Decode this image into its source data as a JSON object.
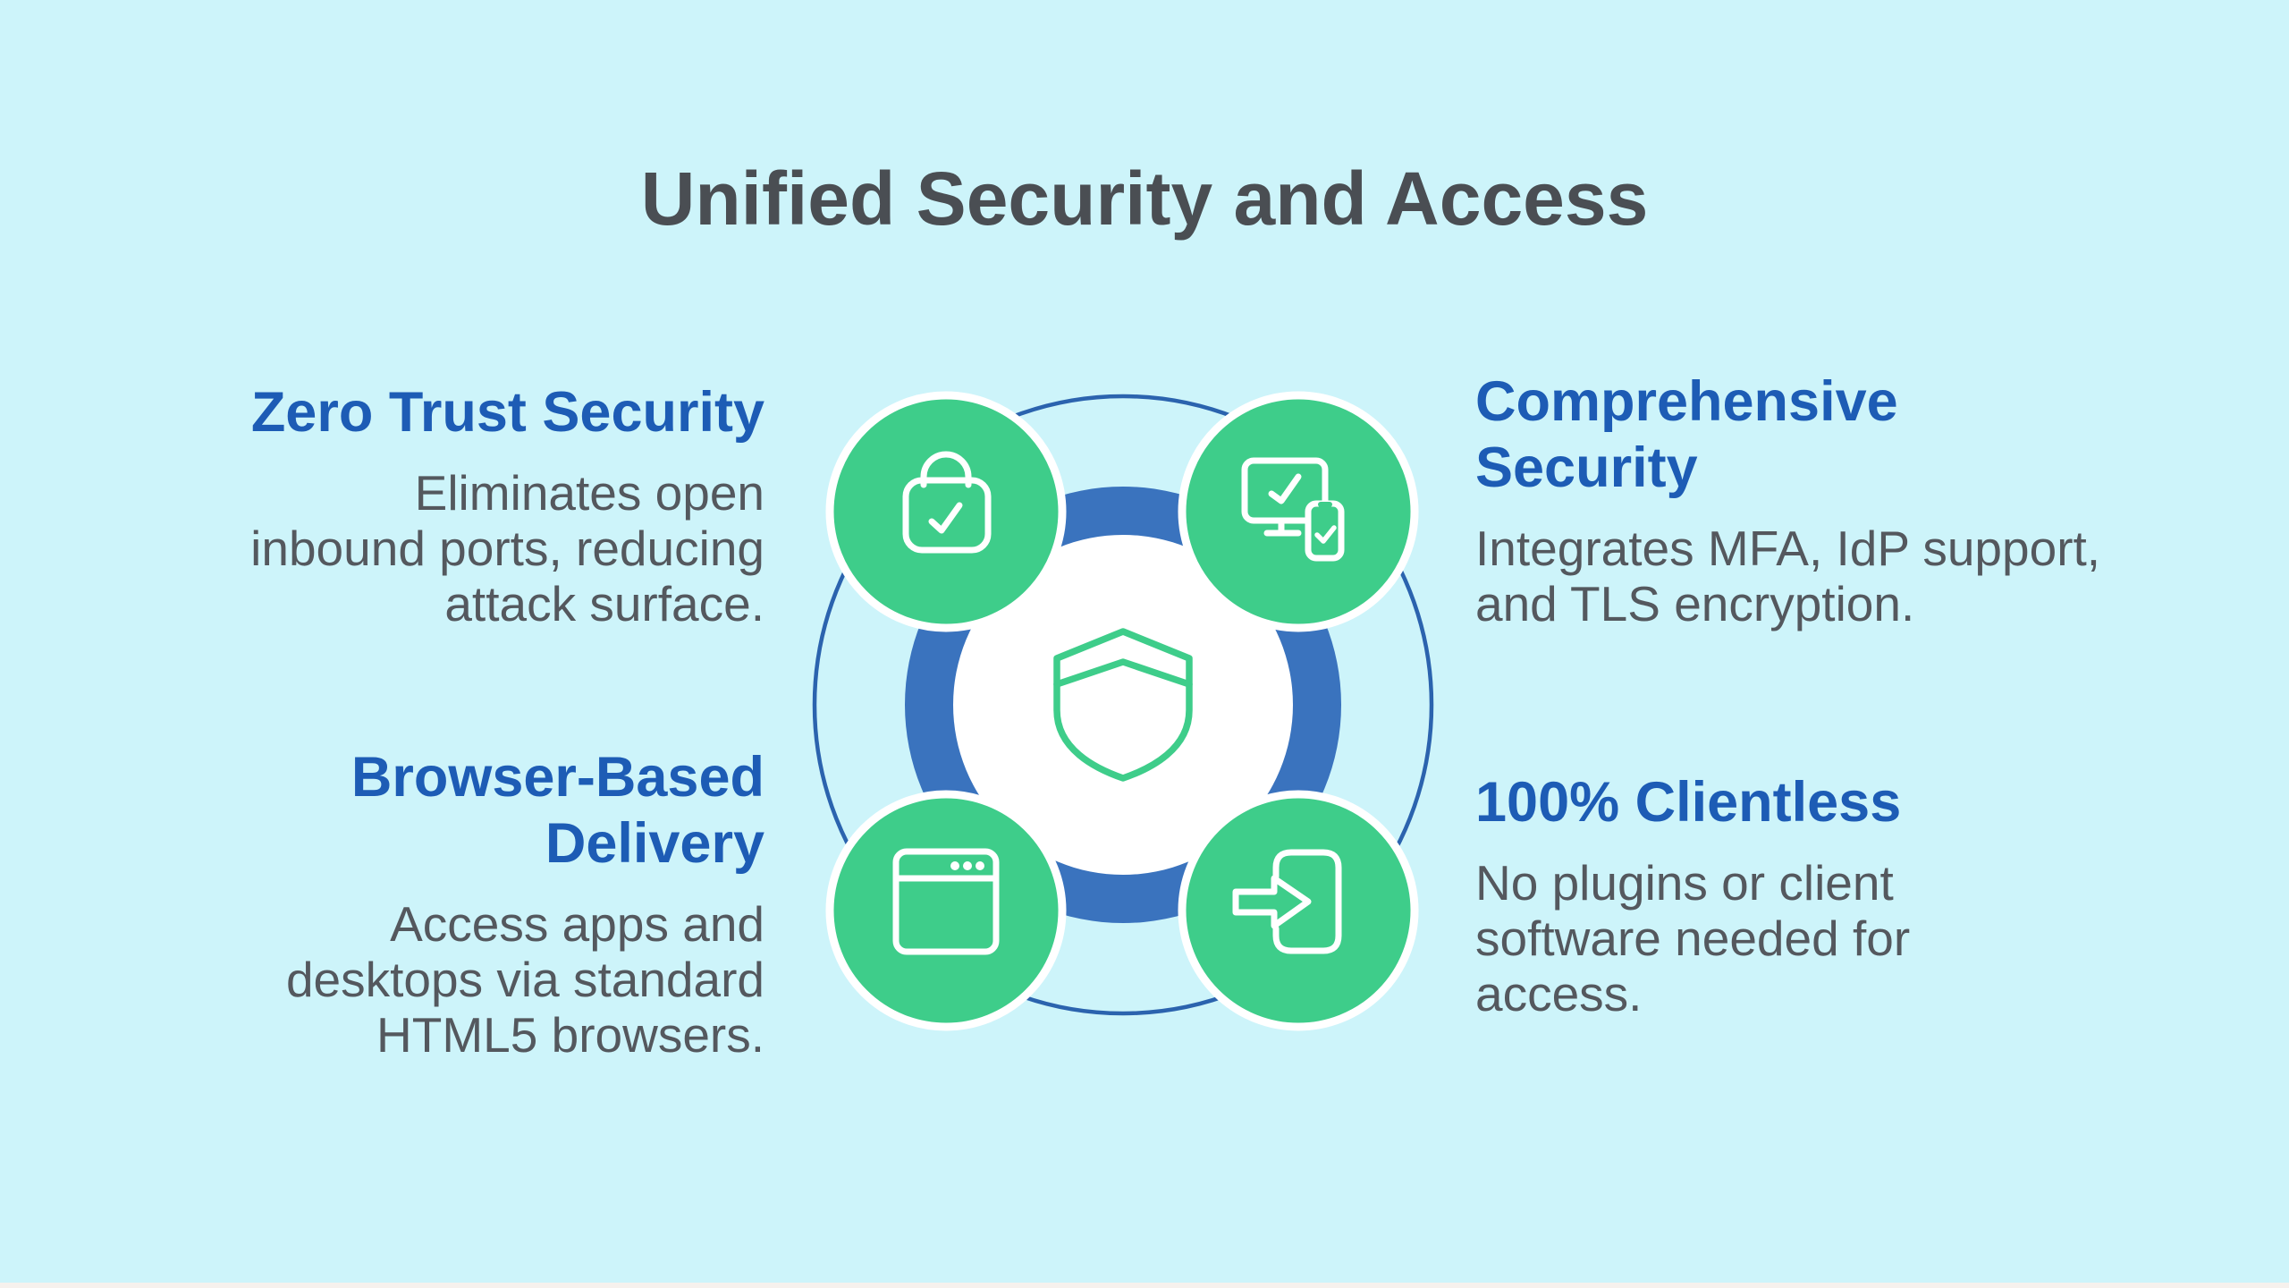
{
  "title": "Unified Security and Access",
  "features": [
    {
      "id": "zero-trust-security",
      "heading": "Zero Trust Security",
      "body": "Eliminates open\ninbound ports, reducing\nattack surface."
    },
    {
      "id": "browser-based-delivery",
      "heading": "Browser-Based\nDelivery",
      "body": "Access apps and\ndesktops via standard\nHTML5 browsers."
    },
    {
      "id": "comprehensive-security",
      "heading": "Comprehensive\nSecurity",
      "body": "Integrates MFA, IdP support,\nand TLS encryption."
    },
    {
      "id": "clientless",
      "heading": "100% Clientless",
      "body": "No plugins or client\nsoftware needed for\naccess."
    }
  ],
  "diagram": {
    "center_icon": "shield-icon",
    "node_icons": [
      "lock-check-icon",
      "devices-check-icon",
      "browser-window-icon",
      "login-arrow-icon"
    ]
  },
  "colors": {
    "background": "#CDF4FA",
    "title_text": "#4A4E53",
    "heading_text": "#1D5CB5",
    "body_text": "#54585E",
    "accent_green": "#3ECD8A",
    "hub_blue": "#3A73BE",
    "ring_outline_blue": "#2B63AE",
    "icon_white": "#FFFFFF",
    "bottom_strip": "#F6F1ED"
  }
}
